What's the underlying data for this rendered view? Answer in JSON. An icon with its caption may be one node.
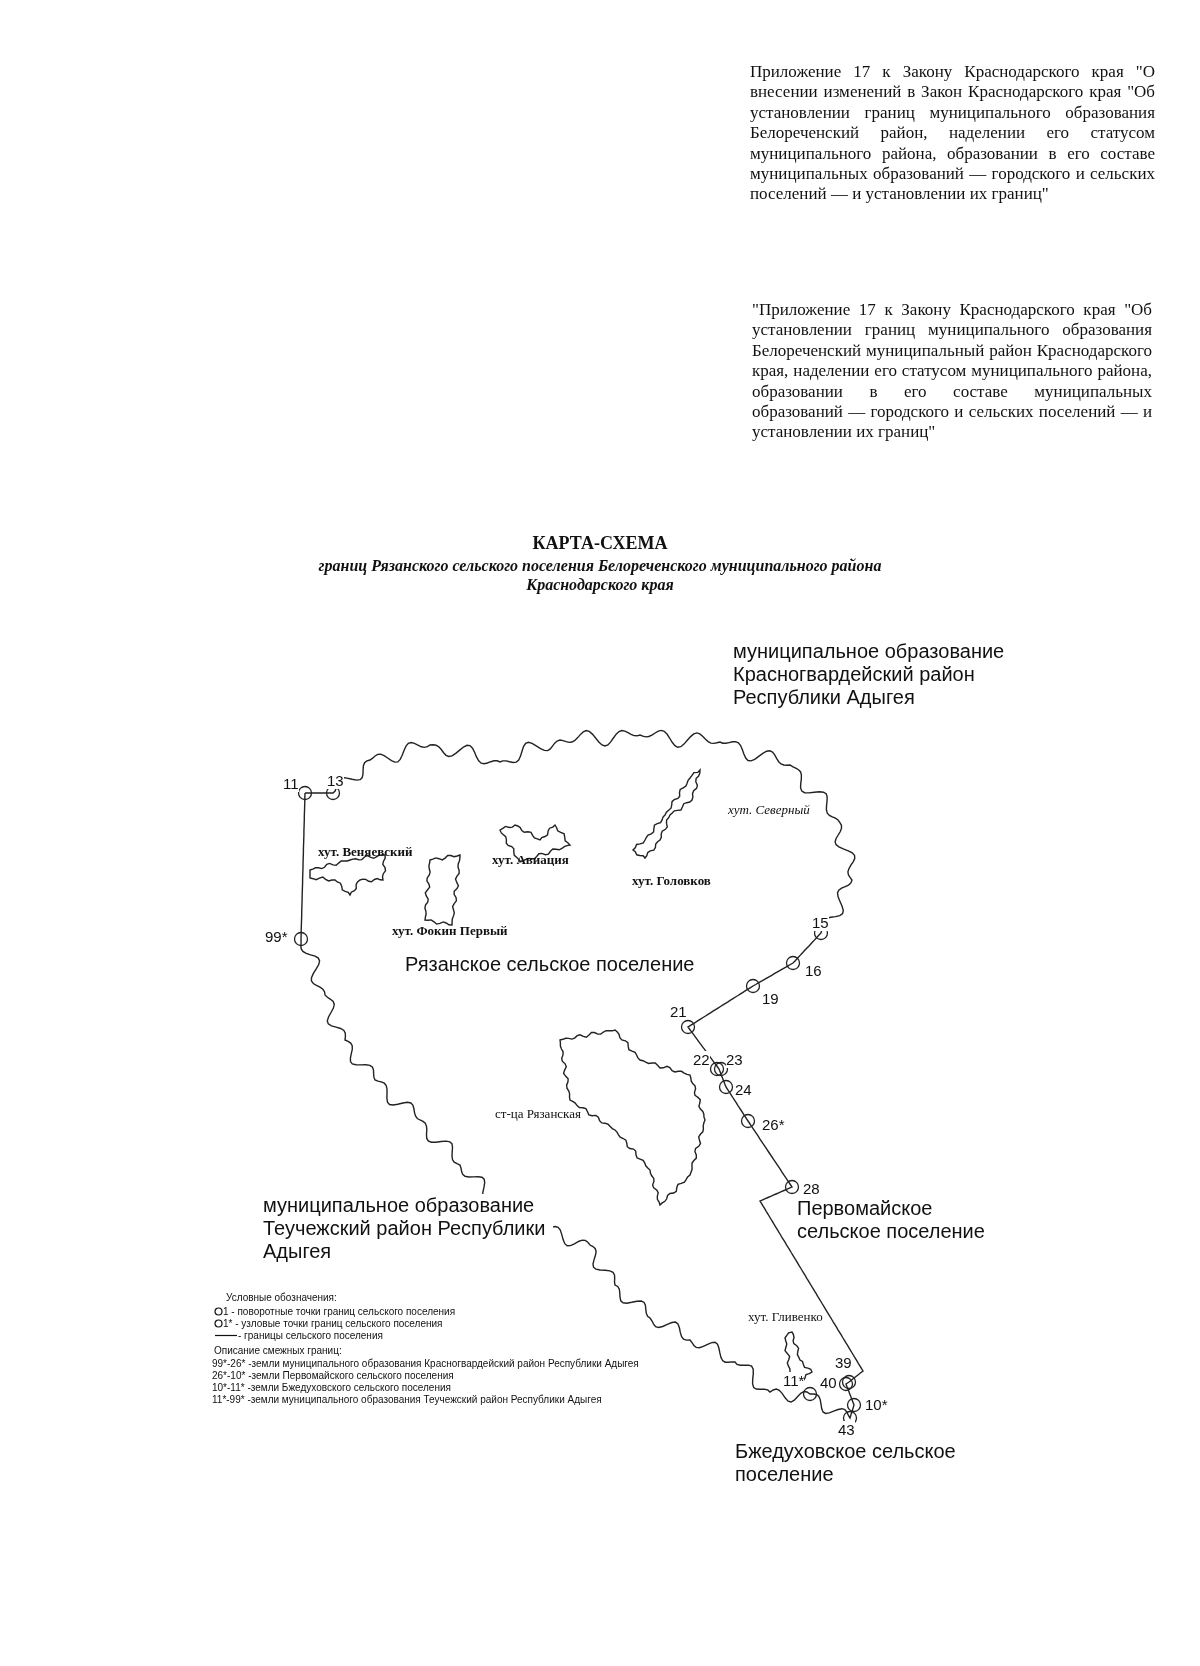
{
  "diagram": {
    "title": "КАРТА-СХЕМА",
    "labels": [
      "Приложение 17 к Закону Краснодарского края \"О внесении изменений в Закон Краснодарского края \"Об установлении границ муниципального образования Белореченский район, наделении его статусом муниципального района, образовании в его составе муниципальных образований — городского и сельских поселений — и установлении их границ\"",
      "\"Приложение 17 к Закону Краснодарского края \"Об установлении границ муниципального образования Белореченский муниципальный район Краснодарского края, наделении его статусом муниципального района, образовании в его составе муниципальных образований — городского и сельских поселений — и установлении их границ\"",
      "границ Рязанского сельского поселения Белореченского муниципального района Краснодарского края",
      "муниципальное образование Красногвардейский район Республики Адыгея",
      "11",
      "13",
      "хут. Северный",
      "хут. Веняевский",
      "хут. Авиация",
      "хут. Головков",
      "99*",
      "хут. Фокин Первый",
      "15",
      "Рязанское сельское поселение",
      "16",
      "19",
      "21",
      "22",
      "23",
      "24",
      "ст-ца Рязанская",
      "26*",
      "28",
      "муниципальное образование Теучежский район Республики Адыгея",
      "Первомайское сельское поселение",
      "Условные обозначения:",
      "хут. Гливенко",
      "Описание смежных границ:",
      "99*-26* -земли муниципального образования Красногвардейский район Республики Адыгея",
      "26*-10* -земли Первомайского сельского поселения",
      "10*-11* -земли Бжедуховского сельского поселения",
      "11*-99* -земли муниципального образования Теучежский район Республики Адыгея",
      "39",
      "40",
      "11*",
      "10*",
      "43",
      "Бжедуховское сельское поселение"
    ],
    "legend": [
      {
        "text": "1 - поворотные точки границ сельского поселения"
      },
      {
        "text": "1* - узловые точки границ сельского поселения"
      },
      {
        "text": "- границы сельского поселения"
      }
    ]
  }
}
